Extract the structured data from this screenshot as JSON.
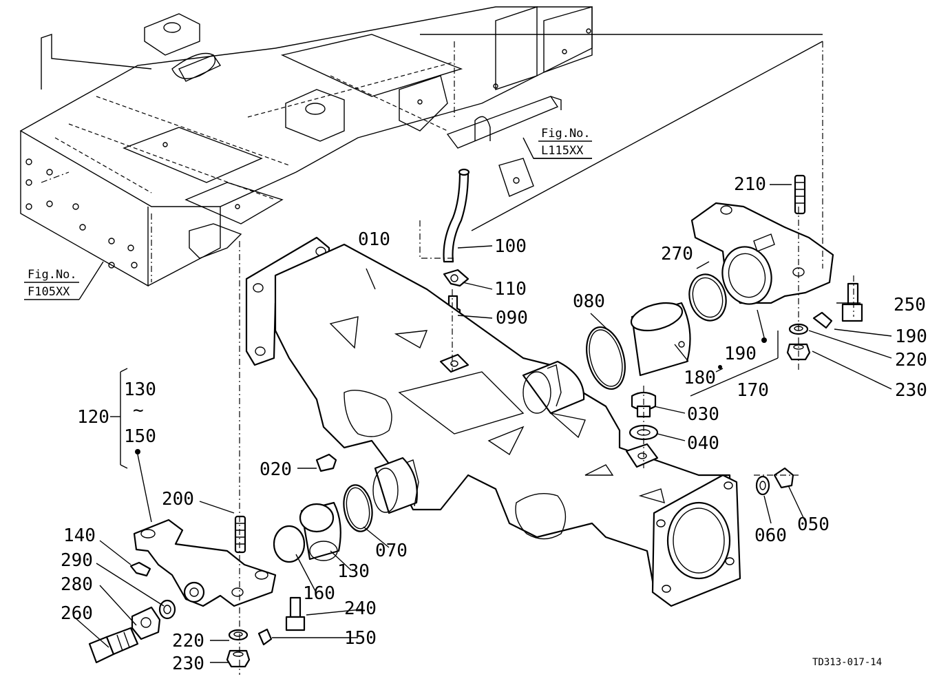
{
  "parts": {
    "p010": "010",
    "p020": "020",
    "p030": "030",
    "p040": "040",
    "p050": "050",
    "p060": "060",
    "p070": "070",
    "p080": "080",
    "p090": "090",
    "p100": "100",
    "p110": "110",
    "p120": "120",
    "p130": "130",
    "p130b": "130",
    "p140": "140",
    "p150": "150",
    "p150b": "150",
    "p160": "160",
    "p170": "170",
    "p180": "180",
    "p190": "190",
    "p190b": "190",
    "p200": "200",
    "p210": "210",
    "p220": "220",
    "p220b": "220",
    "p230": "230",
    "p230b": "230",
    "p240": "240",
    "p250": "250",
    "p260": "260",
    "p270": "270",
    "p280": "280",
    "p290": "290"
  },
  "range_tilde": "~",
  "refs": {
    "fig_left_title": "Fig.No.",
    "fig_left_code": "F105XX",
    "fig_top_title": "Fig.No.",
    "fig_top_code": "L115XX"
  },
  "drawing_code": "TD313-017-14"
}
